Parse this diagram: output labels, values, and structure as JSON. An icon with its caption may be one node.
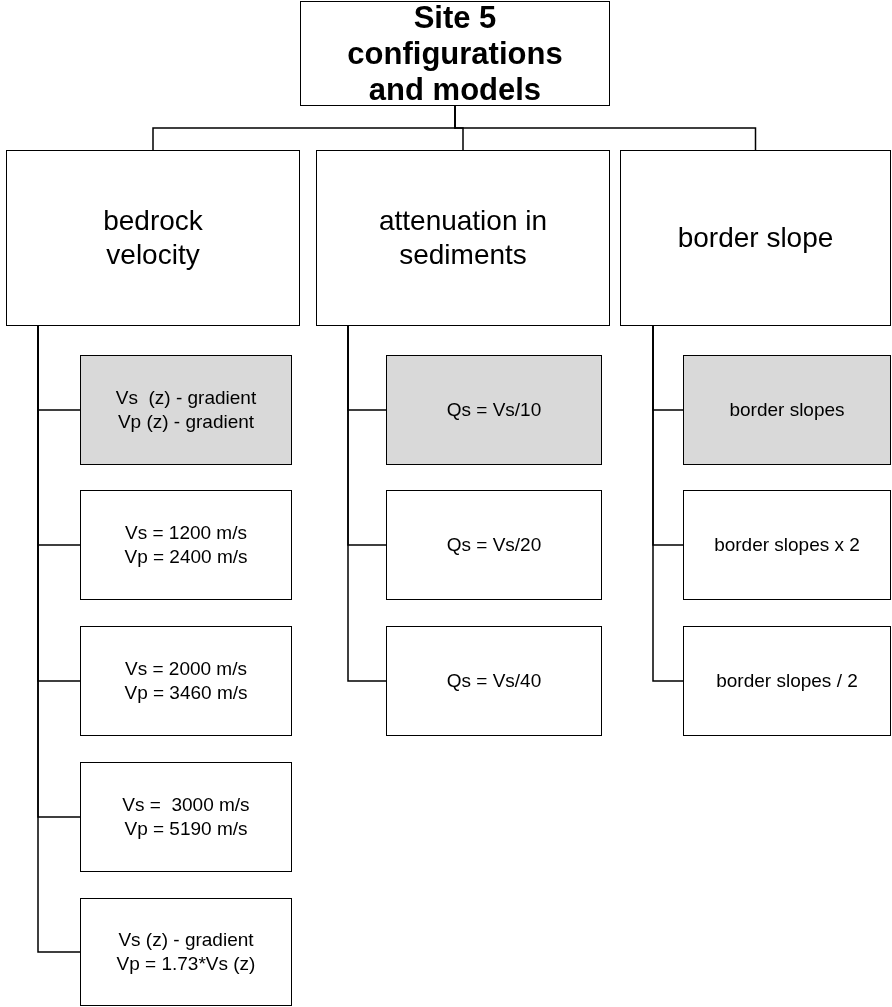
{
  "diagram": {
    "nodes": [
      {
        "text": [
          "Site 5 configurations and models"
        ]
      },
      {
        "text": [
          "bedrock velocity"
        ]
      },
      {
        "text": [
          "attenuation in sediments"
        ]
      },
      {
        "text": [
          "border slope"
        ]
      },
      {
        "text": [
          "Vs  (z) - gradient",
          "Vp (z) - gradient"
        ]
      },
      {
        "text": [
          "Vs = 1200 m/s",
          "Vp = 2400 m/s"
        ]
      },
      {
        "text": [
          "Vs = 2000 m/s",
          "Vp = 3460 m/s"
        ]
      },
      {
        "text": [
          "Vs =  3000 m/s",
          "Vp = 5190 m/s"
        ]
      },
      {
        "text": [
          "Vs (z) - gradient",
          "Vp = 1.73*Vs (z)"
        ]
      },
      {
        "text": [
          "Qs = Vs/10"
        ]
      },
      {
        "text": [
          "Qs = Vs/20"
        ]
      },
      {
        "text": [
          "Qs = Vs/40"
        ]
      },
      {
        "text": [
          "border slopes"
        ]
      },
      {
        "text": [
          "border slopes x 2"
        ]
      },
      {
        "text": [
          "border slopes / 2"
        ]
      }
    ],
    "edges": [
      {
        "from": 0,
        "to": 1,
        "arrow": "none"
      },
      {
        "from": 0,
        "to": 2,
        "arrow": "none"
      },
      {
        "from": 0,
        "to": 3,
        "arrow": "none"
      },
      {
        "from": 1,
        "to": 4,
        "arrow": "none"
      },
      {
        "from": 1,
        "to": 5,
        "arrow": "none"
      },
      {
        "from": 1,
        "to": 6,
        "arrow": "none"
      },
      {
        "from": 1,
        "to": 7,
        "arrow": "none"
      },
      {
        "from": 1,
        "to": 8,
        "arrow": "none"
      },
      {
        "from": 2,
        "to": 9,
        "arrow": "none"
      },
      {
        "from": 2,
        "to": 10,
        "arrow": "none"
      },
      {
        "from": 2,
        "to": 11,
        "arrow": "none"
      },
      {
        "from": 3,
        "to": 12,
        "arrow": "none"
      },
      {
        "from": 3,
        "to": 13,
        "arrow": "none"
      },
      {
        "from": 3,
        "to": 14,
        "arrow": "none"
      }
    ]
  }
}
